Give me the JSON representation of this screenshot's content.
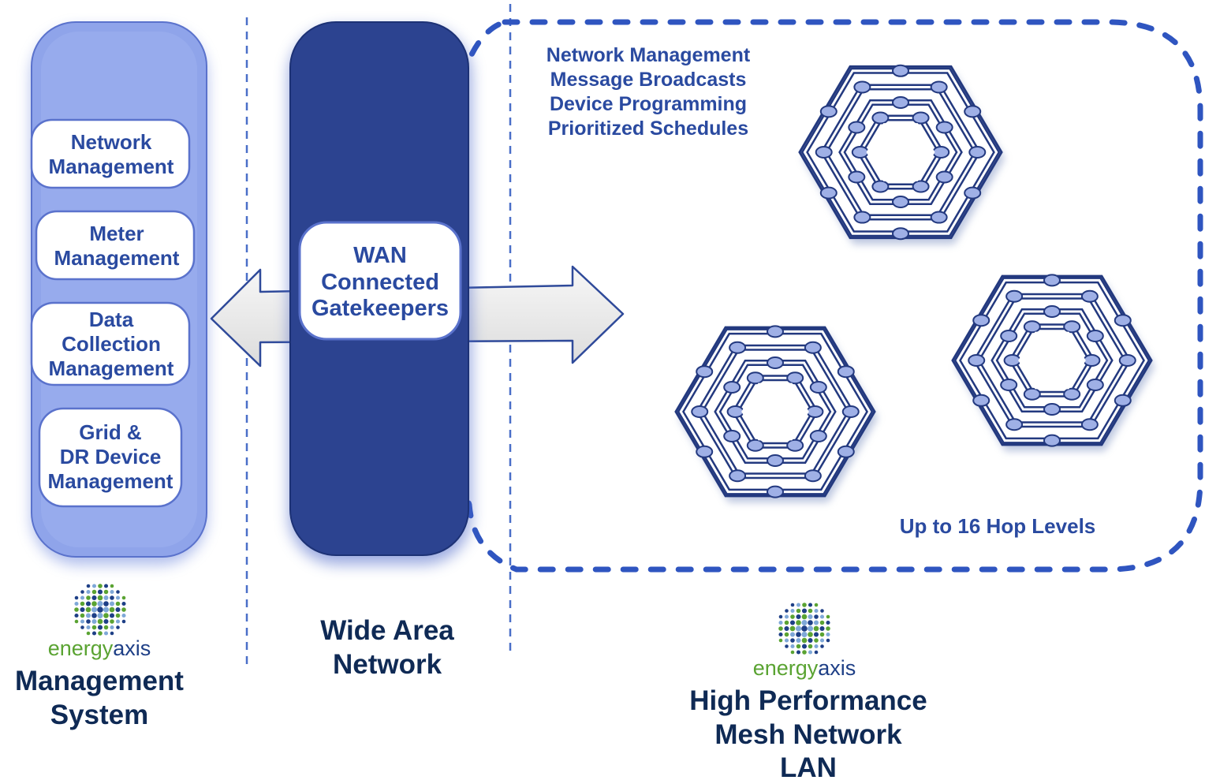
{
  "management_column": {
    "modules": [
      {
        "line1": "Network",
        "line2": "Management"
      },
      {
        "line1": "Meter",
        "line2": "Management"
      },
      {
        "line1": "Data",
        "line2": "Collection",
        "line3": "Management"
      },
      {
        "line1": "Grid &",
        "line2": "DR Device",
        "line3": "Management"
      }
    ],
    "brand": {
      "part1": "energy",
      "part2": "axis"
    },
    "caption": {
      "line1": "Management",
      "line2": "System"
    }
  },
  "wan_column": {
    "badge": {
      "line1": "WAN",
      "line2": "Connected",
      "line3": "Gatekeepers"
    },
    "caption": {
      "line1": "Wide Area",
      "line2": "Network"
    }
  },
  "mesh_region": {
    "features": [
      "Network Management",
      "Message Broadcasts",
      "Device Programming",
      "Prioritized Schedules"
    ],
    "hop_label": "Up to 16 Hop Levels",
    "brand": {
      "part1": "energy",
      "part2": "axis"
    },
    "caption": {
      "line1": "High Performance",
      "line2": "Mesh Network",
      "line3": "LAN"
    }
  },
  "colors": {
    "mgmt_fill": "#8fa4ea",
    "wan_fill": "#2c4390",
    "text_blue": "#2a4aa0",
    "dark_text": "#0f2a55",
    "brand_green": "#5aa332",
    "dashed_line": "#4a6fc8"
  }
}
